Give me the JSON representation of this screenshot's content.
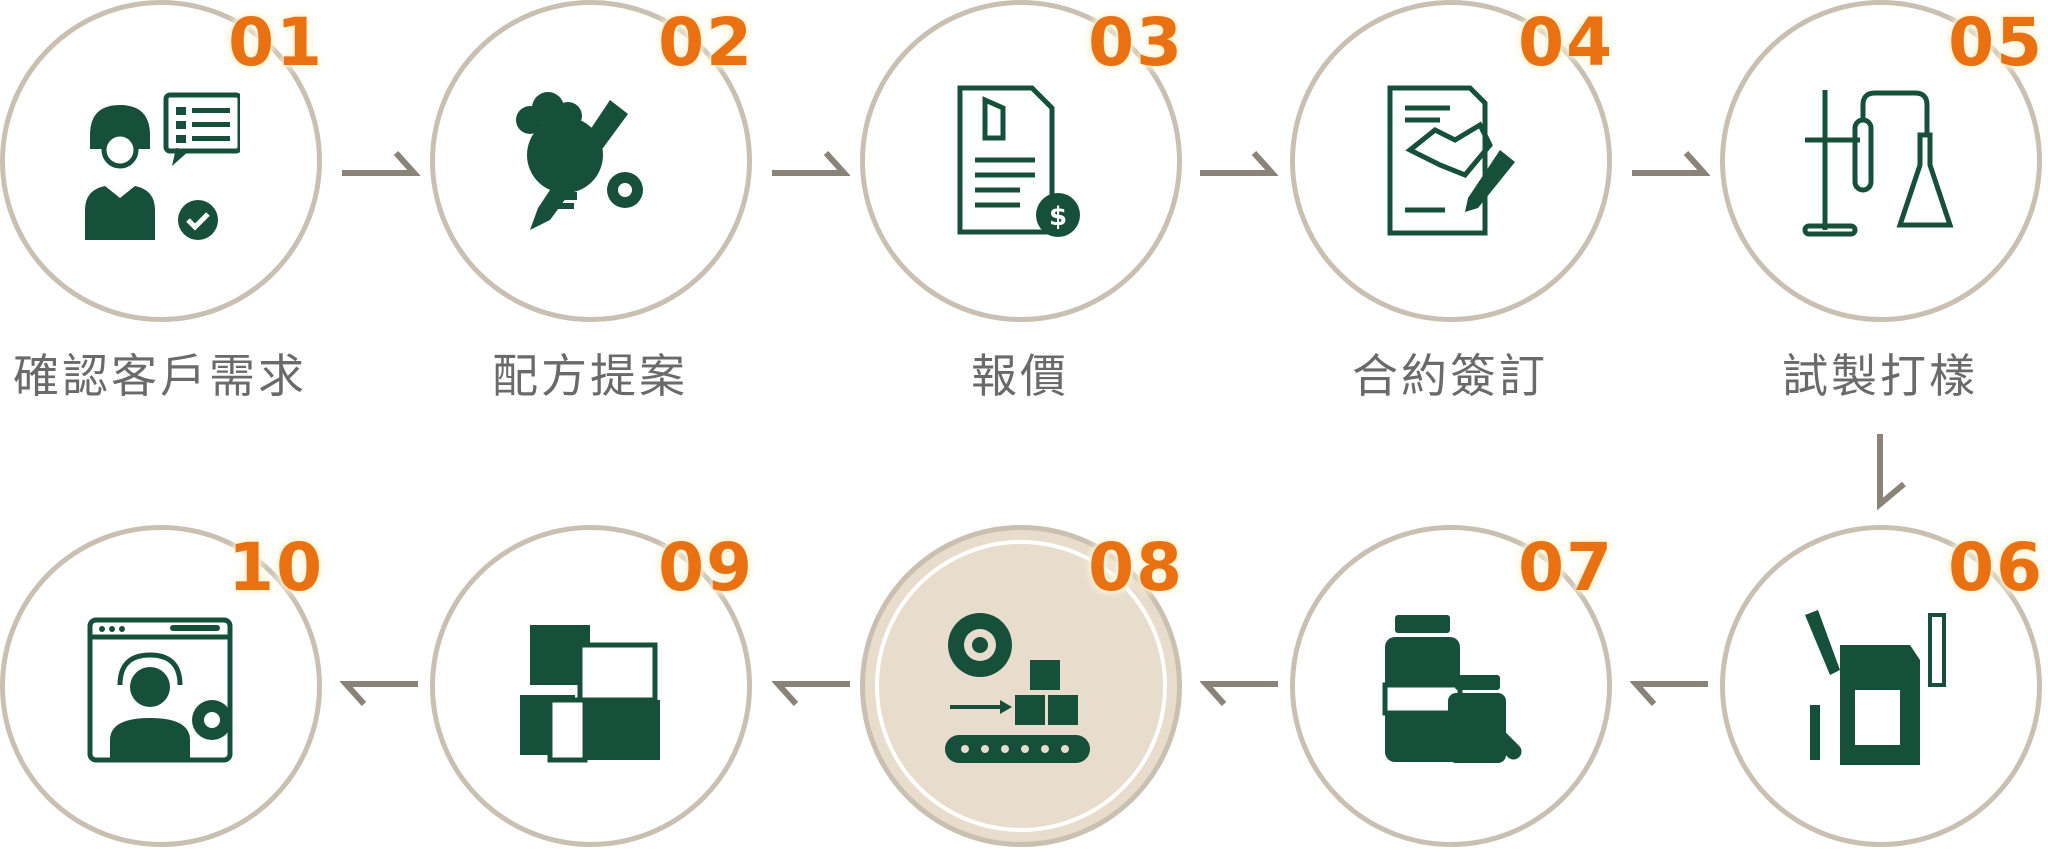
{
  "steps": [
    {
      "number": "01",
      "label": "確認客戶需求",
      "icon": "customer-needs-icon"
    },
    {
      "number": "02",
      "label": "配方提案",
      "icon": "formula-idea-icon"
    },
    {
      "number": "03",
      "label": "報價",
      "icon": "quotation-icon"
    },
    {
      "number": "04",
      "label": "合約簽訂",
      "icon": "contract-signing-icon"
    },
    {
      "number": "05",
      "label": "試製打樣",
      "icon": "lab-sample-icon"
    },
    {
      "number": "06",
      "label": "",
      "icon": "packaging-design-icon"
    },
    {
      "number": "07",
      "label": "",
      "icon": "bottles-icon"
    },
    {
      "number": "08",
      "label": "",
      "icon": "production-line-icon"
    },
    {
      "number": "09",
      "label": "",
      "icon": "boxes-icon"
    },
    {
      "number": "10",
      "label": "",
      "icon": "customer-service-icon"
    }
  ],
  "colors": {
    "icon": "#17503a",
    "number": "#ea7111",
    "ring": "#c9c0b1",
    "arrow": "#8a8478",
    "active_fill": "#e8dccc"
  }
}
